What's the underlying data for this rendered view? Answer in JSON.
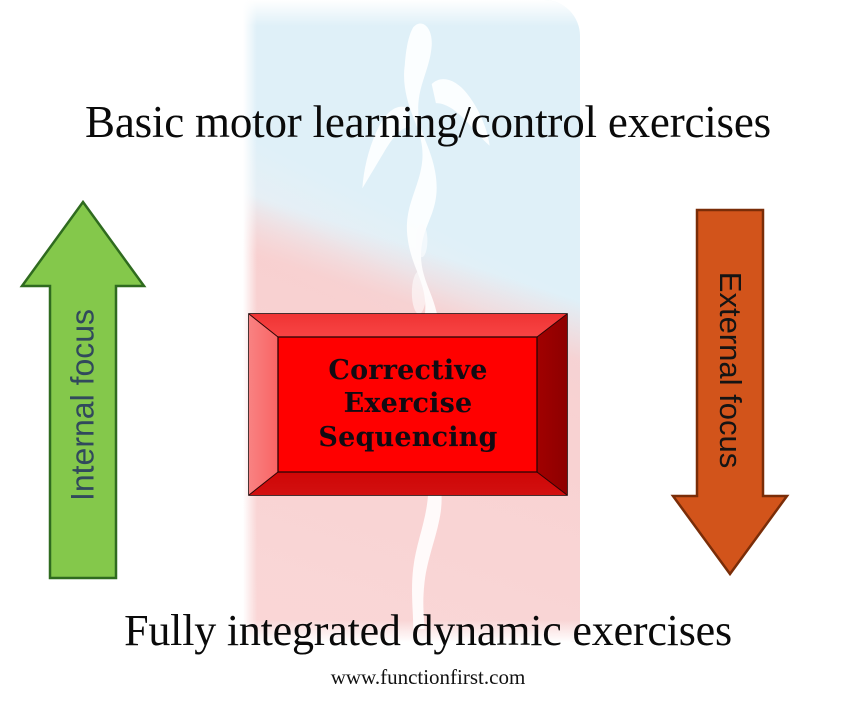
{
  "diagram": {
    "title_top": "Basic motor learning/control exercises",
    "title_bottom": "Fully integrated dynamic exercises",
    "website": "www.functionfirst.com",
    "center_box": {
      "line1": "Corrective",
      "line2": "Exercise",
      "line3": "Sequencing",
      "face_color": "#FF0000",
      "text_color": "#120b12"
    },
    "arrows": [
      {
        "name": "internal-focus-arrow",
        "label": "Internal focus",
        "direction": "up",
        "fill_color": "#84C84B",
        "stroke_color": "#2f6b1f",
        "label_color": "#31495c"
      },
      {
        "name": "external-focus-arrow",
        "label": "External focus",
        "direction": "down",
        "fill_color": "#D2541B",
        "stroke_color": "#7a2d08",
        "label_color": "#141414"
      }
    ],
    "background_panel": {
      "top_color": "#dff0f8",
      "bottom_color": "#f8dede"
    }
  }
}
